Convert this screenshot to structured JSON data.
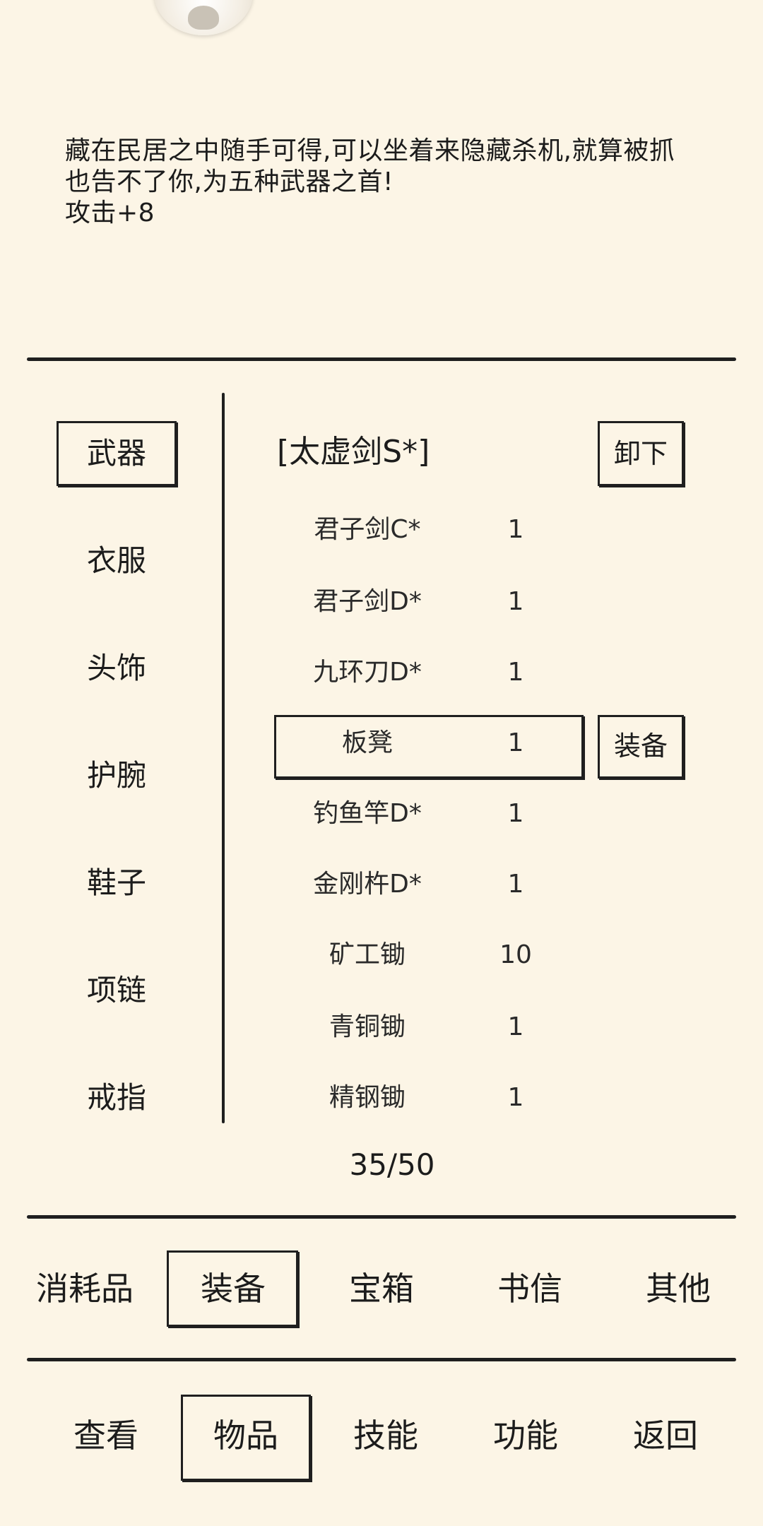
{
  "description": {
    "line1": "藏在民居之中随手可得,可以坐着来隐藏杀机,就算被抓",
    "line2": "也告不了你,为五种武器之首!",
    "line3": "攻击+8"
  },
  "categories": [
    {
      "label": "武器",
      "selected": true
    },
    {
      "label": "衣服"
    },
    {
      "label": "头饰"
    },
    {
      "label": "护腕"
    },
    {
      "label": "鞋子"
    },
    {
      "label": "项链"
    },
    {
      "label": "戒指"
    }
  ],
  "equipped": {
    "name": "[太虚剑S*]",
    "unequip_label": "卸下"
  },
  "items": [
    {
      "name": "君子剑C*",
      "qty": "1"
    },
    {
      "name": "君子剑D*",
      "qty": "1"
    },
    {
      "name": "九环刀D*",
      "qty": "1"
    },
    {
      "name": "板凳",
      "qty": "1",
      "selected": true
    },
    {
      "name": "钓鱼竿D*",
      "qty": "1"
    },
    {
      "name": "金刚杵D*",
      "qty": "1"
    },
    {
      "name": "矿工锄",
      "qty": "10"
    },
    {
      "name": "青铜锄",
      "qty": "1"
    },
    {
      "name": "精钢锄",
      "qty": "1"
    }
  ],
  "equip_label": "装备",
  "capacity": "35/50",
  "item_tabs": [
    {
      "label": "消耗品"
    },
    {
      "label": "装备",
      "selected": true
    },
    {
      "label": "宝箱"
    },
    {
      "label": "书信"
    },
    {
      "label": "其他"
    }
  ],
  "nav_tabs": [
    {
      "label": "查看"
    },
    {
      "label": "物品",
      "selected": true
    },
    {
      "label": "技能"
    },
    {
      "label": "功能"
    },
    {
      "label": "返回"
    }
  ]
}
